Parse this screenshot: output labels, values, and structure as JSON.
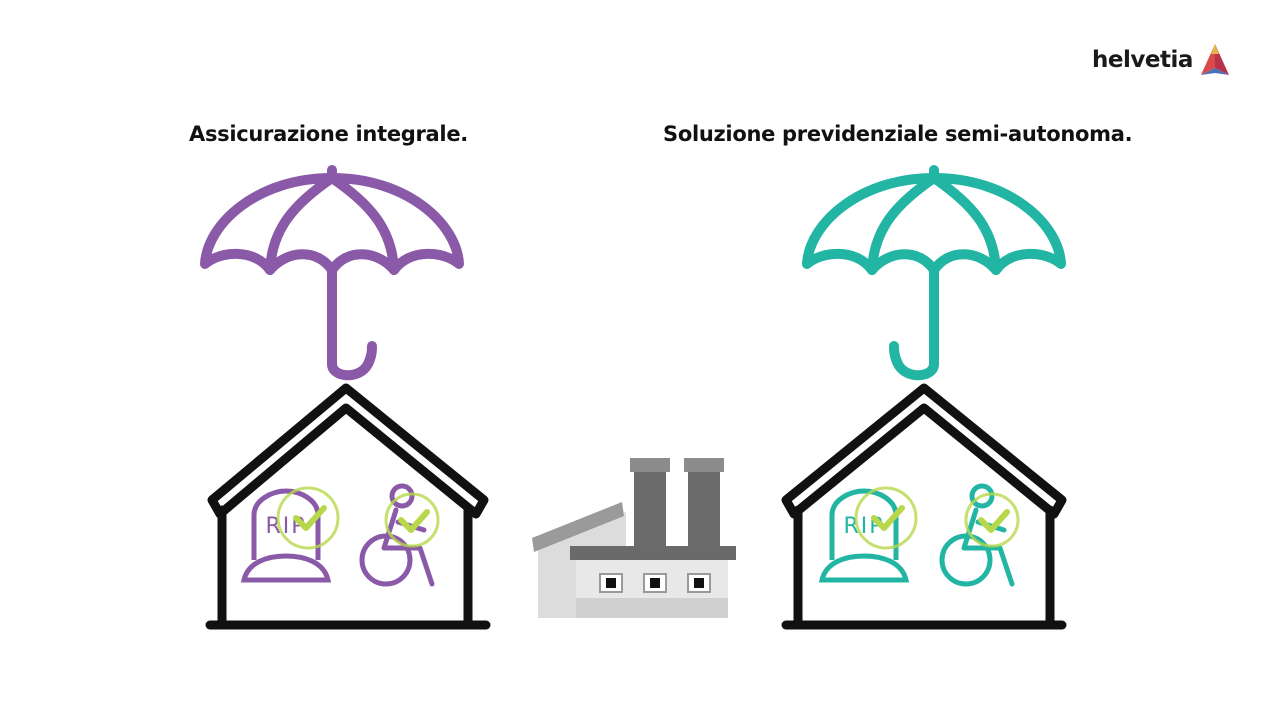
{
  "brand": {
    "name": "helvetia"
  },
  "panels": {
    "left": {
      "title": "Assicurazione integrale.",
      "color": "#8a5aa8",
      "tombstone_text": "RIP"
    },
    "right": {
      "title": "Soluzione previdenziale semi-autonoma.",
      "color": "#22b5a4",
      "tombstone_text": "RIP"
    }
  },
  "colors": {
    "check": "#b7d84a",
    "house": "#111111",
    "factory_dark": "#5a5a5a",
    "factory_light": "#d9d9d9"
  },
  "icons": [
    "helvetia-logo-icon",
    "umbrella-icon",
    "house-icon",
    "tombstone-icon",
    "wheelchair-icon",
    "checkmark-icon",
    "factory-icon"
  ]
}
